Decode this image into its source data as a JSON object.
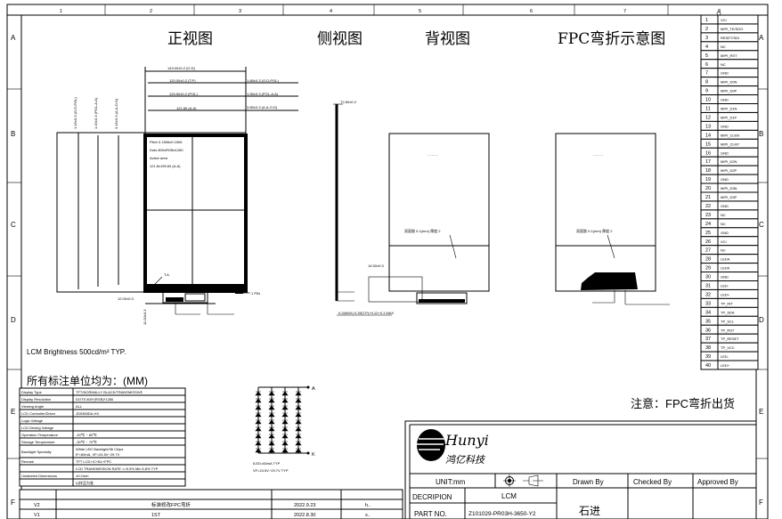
{
  "frame": {
    "columns": [
      "1",
      "2",
      "3",
      "4",
      "5",
      "6",
      "7",
      "8"
    ],
    "rows": [
      "A",
      "B",
      "C",
      "D",
      "E",
      "F"
    ]
  },
  "views": {
    "front": "正视图",
    "side": "侧视图",
    "back": "背视图",
    "fpc": "FPC弯折示意图"
  },
  "front_dims": {
    "top": [
      "143.00±0.2 (O.D)",
      "120.00±0.2 (T.P)",
      "125.50±0.2 (POL)",
      "121.80 (A.A)"
    ],
    "right": [
      "1.85±0.3 (O.D-POL)",
      "1.55±0.3 (POL-A.A)",
      "3.85±0.3 (A.A-O.D)"
    ],
    "left": [
      "1.15±0.3 (O.D-POL)",
      "1.15±0.3 (POL-A.A)",
      "3.15±0.3 (A.A-O.D)"
    ],
    "note_lines": [
      "Pitch 0.1506x0.1506",
      "Dots 800xRGBx1280",
      "Active area",
      "121.8x195.84 (A.A)"
    ],
    "ta_label": "T.A.",
    "bottom_left": "12.00±0.3",
    "vertical_bottom": "11.00±0.3",
    "pin1_label": "1 PIN"
  },
  "side_dims": {
    "top": "T2.60±0.2",
    "bottom": "0.2(MAX) 0.35(T.P)+0.12+0.1 MAX"
  },
  "back_labels": {
    "tape_note": "双面胶 0.1(mm) 厚度 2",
    "fpc_width": "14.50±0.3"
  },
  "brightness": "LCM Brightness    500cd/m² TYP.",
  "units_note": "所有标注单位均为：(MM)",
  "fpc_note": "注意：FPC弯折出货",
  "spec_table": [
    {
      "label": "Display Type",
      "value": "TFT/NORMALLY BLACK/TRANSMISSIVE"
    },
    {
      "label": "Display Resolution",
      "value": "DOTS 800*(RGB)*1280"
    },
    {
      "label": "Viewing Angle",
      "value": "ALL"
    },
    {
      "label": "LCD Controller/Driver",
      "value": "JD9365DA-H3"
    },
    {
      "label": "Logic Voltage",
      "value": ""
    },
    {
      "label": "LCD Driving Voltage",
      "value": ""
    },
    {
      "label": "Operation Temperature",
      "value": "-20℃ ~ 60℃"
    },
    {
      "label": "Storage Temperature",
      "value": "-30℃ ~ 70℃"
    },
    {
      "label": "Backlight Specialty",
      "value": "White LED Backlight/36 Chips",
      "value2": "IF=60mA, VF=24.5V~29.7V"
    },
    {
      "label": "Remark",
      "value": "TFT LCD+IC+BL+FPC"
    },
    {
      "label": "",
      "value": "LCD TRANSMISSION RATE >=5.5% Min 5.8% TYP"
    },
    {
      "label": "Unlabeled Dimensions",
      "value": "±0.2mm"
    },
    {
      "label": "",
      "value": "以样品为准"
    }
  ],
  "revisions": [
    {
      "ver": "",
      "desc": "",
      "date": "",
      "by": ""
    },
    {
      "ver": "V2",
      "desc": "标准修改FPC弯折",
      "date": "2022.9.23",
      "by": "h.."
    },
    {
      "ver": "V1",
      "desc": "1ST",
      "date": "2022.8.30",
      "by": "s.."
    }
  ],
  "led": {
    "anode": "A",
    "cathode": "K",
    "caption1": "ILED=60mA TYP",
    "caption2": "VF=24.5V~29.7V TYP"
  },
  "title_block": {
    "logo_text": "Hunyi",
    "logo_cn": "鸿亿科技",
    "unit": "UNIT:mm",
    "drawn_by_label": "Drawn By",
    "checked_by_label": "Checked By",
    "approved_by_label": "Approved By",
    "description_label": "DECRIPION",
    "description": "LCM",
    "part_no_label": "PART NO.",
    "part_no": "Z101029-PR03H-3650-Y2",
    "drawn_by": "石进"
  },
  "pins": [
    {
      "no": "1",
      "name": "VCI"
    },
    {
      "no": "2",
      "name": "MIPI_TE/SDO"
    },
    {
      "no": "3",
      "name": "RESET/SDI"
    },
    {
      "no": "4",
      "name": "NC"
    },
    {
      "no": "5",
      "name": "MIPI_RST"
    },
    {
      "no": "6",
      "name": "NC"
    },
    {
      "no": "7",
      "name": "GND"
    },
    {
      "no": "8",
      "name": "MIPI_D0N"
    },
    {
      "no": "9",
      "name": "MIPI_D0P"
    },
    {
      "no": "10",
      "name": "GND"
    },
    {
      "no": "11",
      "name": "MIPI_D1N"
    },
    {
      "no": "12",
      "name": "MIPI_D1P"
    },
    {
      "no": "13",
      "name": "GND"
    },
    {
      "no": "14",
      "name": "MIPI_CLKN"
    },
    {
      "no": "15",
      "name": "MIPI_CLKP"
    },
    {
      "no": "16",
      "name": "GND"
    },
    {
      "no": "17",
      "name": "MIPI_D2N"
    },
    {
      "no": "18",
      "name": "MIPI_D2P"
    },
    {
      "no": "19",
      "name": "GND"
    },
    {
      "no": "20",
      "name": "MIPI_D3N"
    },
    {
      "no": "21",
      "name": "MIPI_D3P"
    },
    {
      "no": "22",
      "name": "GND"
    },
    {
      "no": "23",
      "name": "NC"
    },
    {
      "no": "24",
      "name": "NC"
    },
    {
      "no": "25",
      "name": "GND"
    },
    {
      "no": "26",
      "name": "VCI"
    },
    {
      "no": "27",
      "name": "NC"
    },
    {
      "no": "28",
      "name": "LEDA"
    },
    {
      "no": "29",
      "name": "LEDK"
    },
    {
      "no": "30",
      "name": "GND"
    },
    {
      "no": "31",
      "name": "LED-"
    },
    {
      "no": "32",
      "name": "LED+"
    },
    {
      "no": "33",
      "name": "TP_INT"
    },
    {
      "no": "34",
      "name": "TP_SDA"
    },
    {
      "no": "35",
      "name": "TP_SCL"
    },
    {
      "no": "36",
      "name": "TP_RST"
    },
    {
      "no": "37",
      "name": "TP_RESET"
    },
    {
      "no": "38",
      "name": "TP_VCC"
    },
    {
      "no": "39",
      "name": "LED-"
    },
    {
      "no": "40",
      "name": "LED+"
    }
  ]
}
